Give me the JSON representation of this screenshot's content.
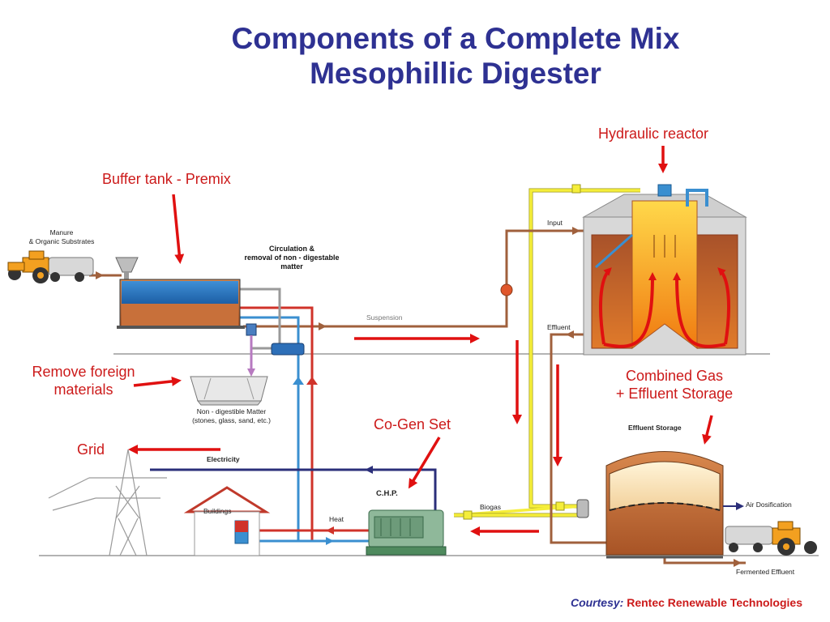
{
  "title": {
    "line1": "Components of a Complete Mix",
    "line2": "Mesophillic Digester"
  },
  "callouts": {
    "hydraulic_reactor": "Hydraulic reactor",
    "buffer_tank": "Buffer tank - Premix",
    "remove_foreign_line1": "Remove foreign",
    "remove_foreign_line2": "materials",
    "combined_gas_line1": "Combined Gas",
    "combined_gas_line2": "+ Effluent Storage",
    "cogen_set": "Co-Gen Set",
    "grid": "Grid"
  },
  "diagram_labels": {
    "manure_line1": "Manure",
    "manure_line2": "& Organic Substrates",
    "circulation_line1": "Circulation &",
    "circulation_line2": "removal of non - digestable",
    "circulation_line3": "matter",
    "suspension": "Suspension",
    "input": "Input",
    "effluent": "Effluent",
    "non_digestible_line1": "Non - digestible Matter",
    "non_digestible_line2": "(stones, glass, sand, etc.)",
    "effluent_storage": "Effluent Storage",
    "electricity": "Electricity",
    "chp": "C.H.P.",
    "biogas": "Biogas",
    "air_dosification": "Air Dosification",
    "buildings": "Buildings",
    "heat": "Heat",
    "fermented_effluent": "Fermented Effluent"
  },
  "courtesy": {
    "label": "Courtesy:",
    "organization": "Rentec Renewable Technologies"
  },
  "colors": {
    "title": "#2e3192",
    "callout_red": "#cc1a1a",
    "arrow_red": "#e01010",
    "pipe_yellow": "#f5ee3a",
    "pipe_brown": "#a0603c",
    "pipe_blue": "#3a8fd0",
    "pipe_red": "#d0332a",
    "pipe_navy": "#2b2f7a",
    "pipe_gray": "#8a8a8a",
    "reactor_orange": "#f3a21a",
    "tank_copper": "#c1703a",
    "tractor_orange": "#f3a020"
  }
}
